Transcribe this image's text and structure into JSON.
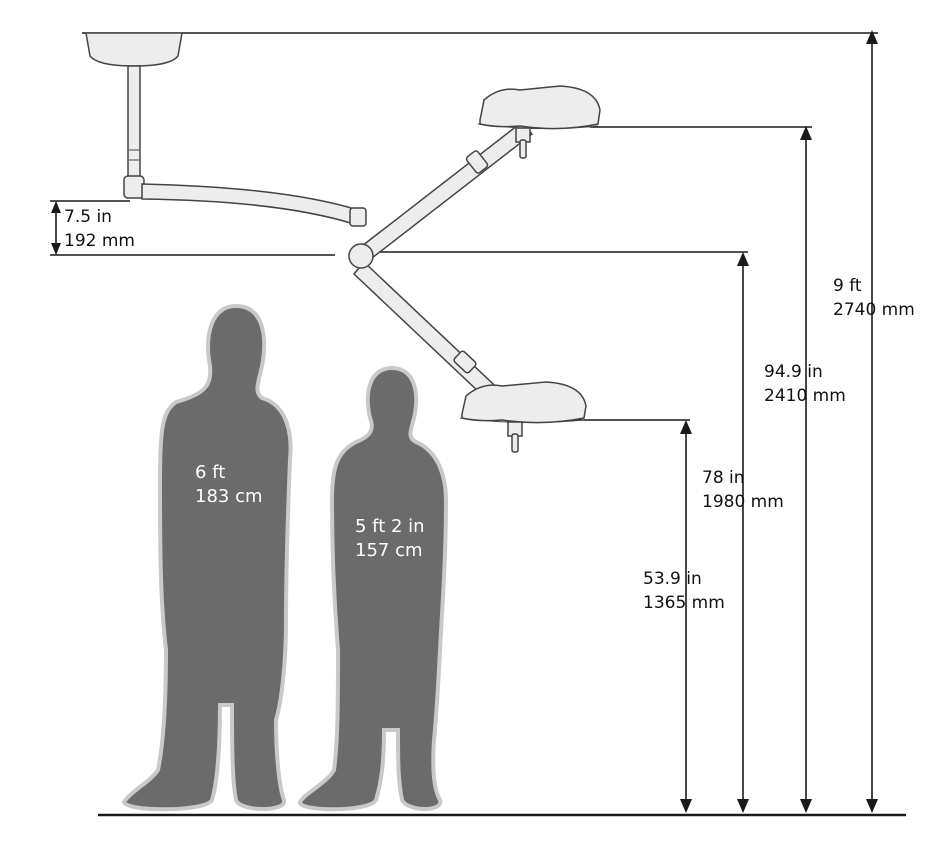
{
  "figure": {
    "colors": {
      "line": "#1a1a1a",
      "silhouette": "#6b6b6b",
      "silhouette_outline": "#c9c9c9",
      "fixture_fill": "#ededed",
      "fixture_stroke": "#444444",
      "label_light": "#ffffff"
    }
  },
  "people": {
    "tall": {
      "line1": "6 ft",
      "line2": "183 cm"
    },
    "short": {
      "line1": "5 ft 2 in",
      "line2": "157 cm"
    }
  },
  "dimensions": {
    "ceiling_height": {
      "imperial": "9 ft",
      "metric": "2740 mm"
    },
    "upper_lighthead": {
      "imperial": "94.9 in",
      "metric": "2410 mm"
    },
    "central_axis": {
      "imperial": "78 in",
      "metric": "1980 mm"
    },
    "lower_lighthead": {
      "imperial": "53.9 in",
      "metric": "1365 mm"
    },
    "arm_drop": {
      "imperial": "7.5 in",
      "metric": "192 mm"
    }
  }
}
